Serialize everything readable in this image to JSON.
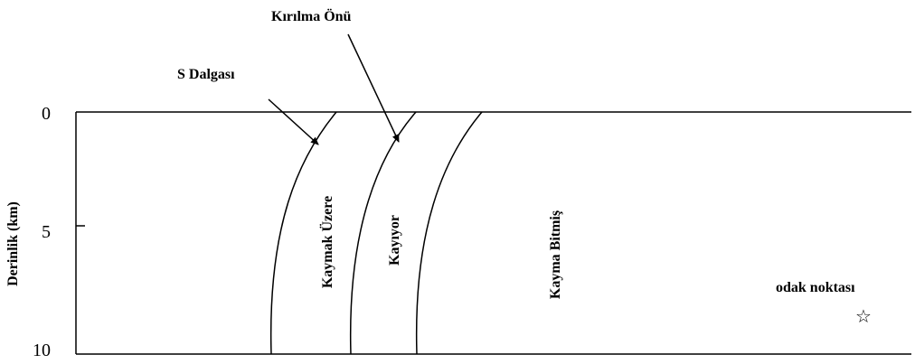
{
  "axis": {
    "title": "Derinlik (km)",
    "ticks": [
      "0",
      "5",
      "10"
    ]
  },
  "annotations": {
    "s_wave": "S Dalgası",
    "rupture_front": "Kırılma Önü",
    "focus": "odak noktası"
  },
  "regions": {
    "about_to_slip": "Kaymak Üzere",
    "slipping": "Kayıyor",
    "slip_finished": "Kayma Bitmiş"
  },
  "icons": {
    "focus_marker": "star-outline-icon",
    "focus_glyph": "☆"
  },
  "colors": {
    "line": "#000000",
    "background": "#ffffff"
  }
}
